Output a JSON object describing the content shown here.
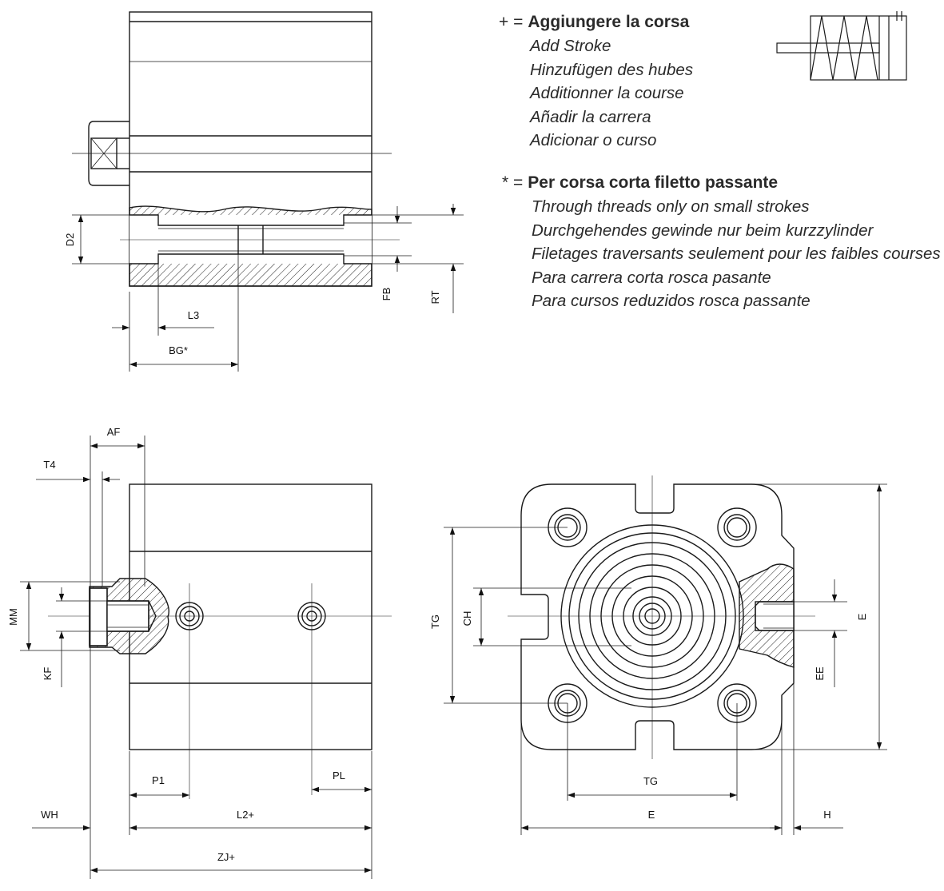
{
  "legend": {
    "add_stroke": {
      "symbol": "+ =",
      "title": "Aggiungere la corsa",
      "translations": [
        "Add Stroke",
        "Hinzufügen des hubes",
        "Additionner la course",
        "Añadir la carrera",
        "Adicionar o curso"
      ]
    },
    "short_stroke": {
      "symbol": "* =",
      "title": "Per corsa corta filetto passante",
      "translations": [
        "Through threads only on small strokes",
        "Durchgehendes gewinde nur beim kurzzylinder",
        "Filetages traversants seulement pour les faibles courses",
        "Para carrera corta rosca pasante",
        "Para cursos reduzidos rosca passante"
      ]
    }
  },
  "dimensions": {
    "top_view": {
      "d2": "D2",
      "fb": "FB",
      "rt": "RT",
      "l3": "L3",
      "bg": "BG*"
    },
    "side_view": {
      "af": "AF",
      "t4": "T4",
      "mm": "MM",
      "kf": "KF",
      "p1": "P1",
      "pl": "PL",
      "wh": "WH",
      "l2": "L2+",
      "zj": "ZJ+"
    },
    "front_view": {
      "tg_vertical": "TG",
      "ch": "CH",
      "tg_horizontal": "TG",
      "e_horizontal": "E",
      "h": "H",
      "e_vertical": "E",
      "ee": "EE"
    }
  },
  "colors": {
    "line": "#1a1a1a",
    "text": "#2a2a2a",
    "background": "#ffffff"
  }
}
